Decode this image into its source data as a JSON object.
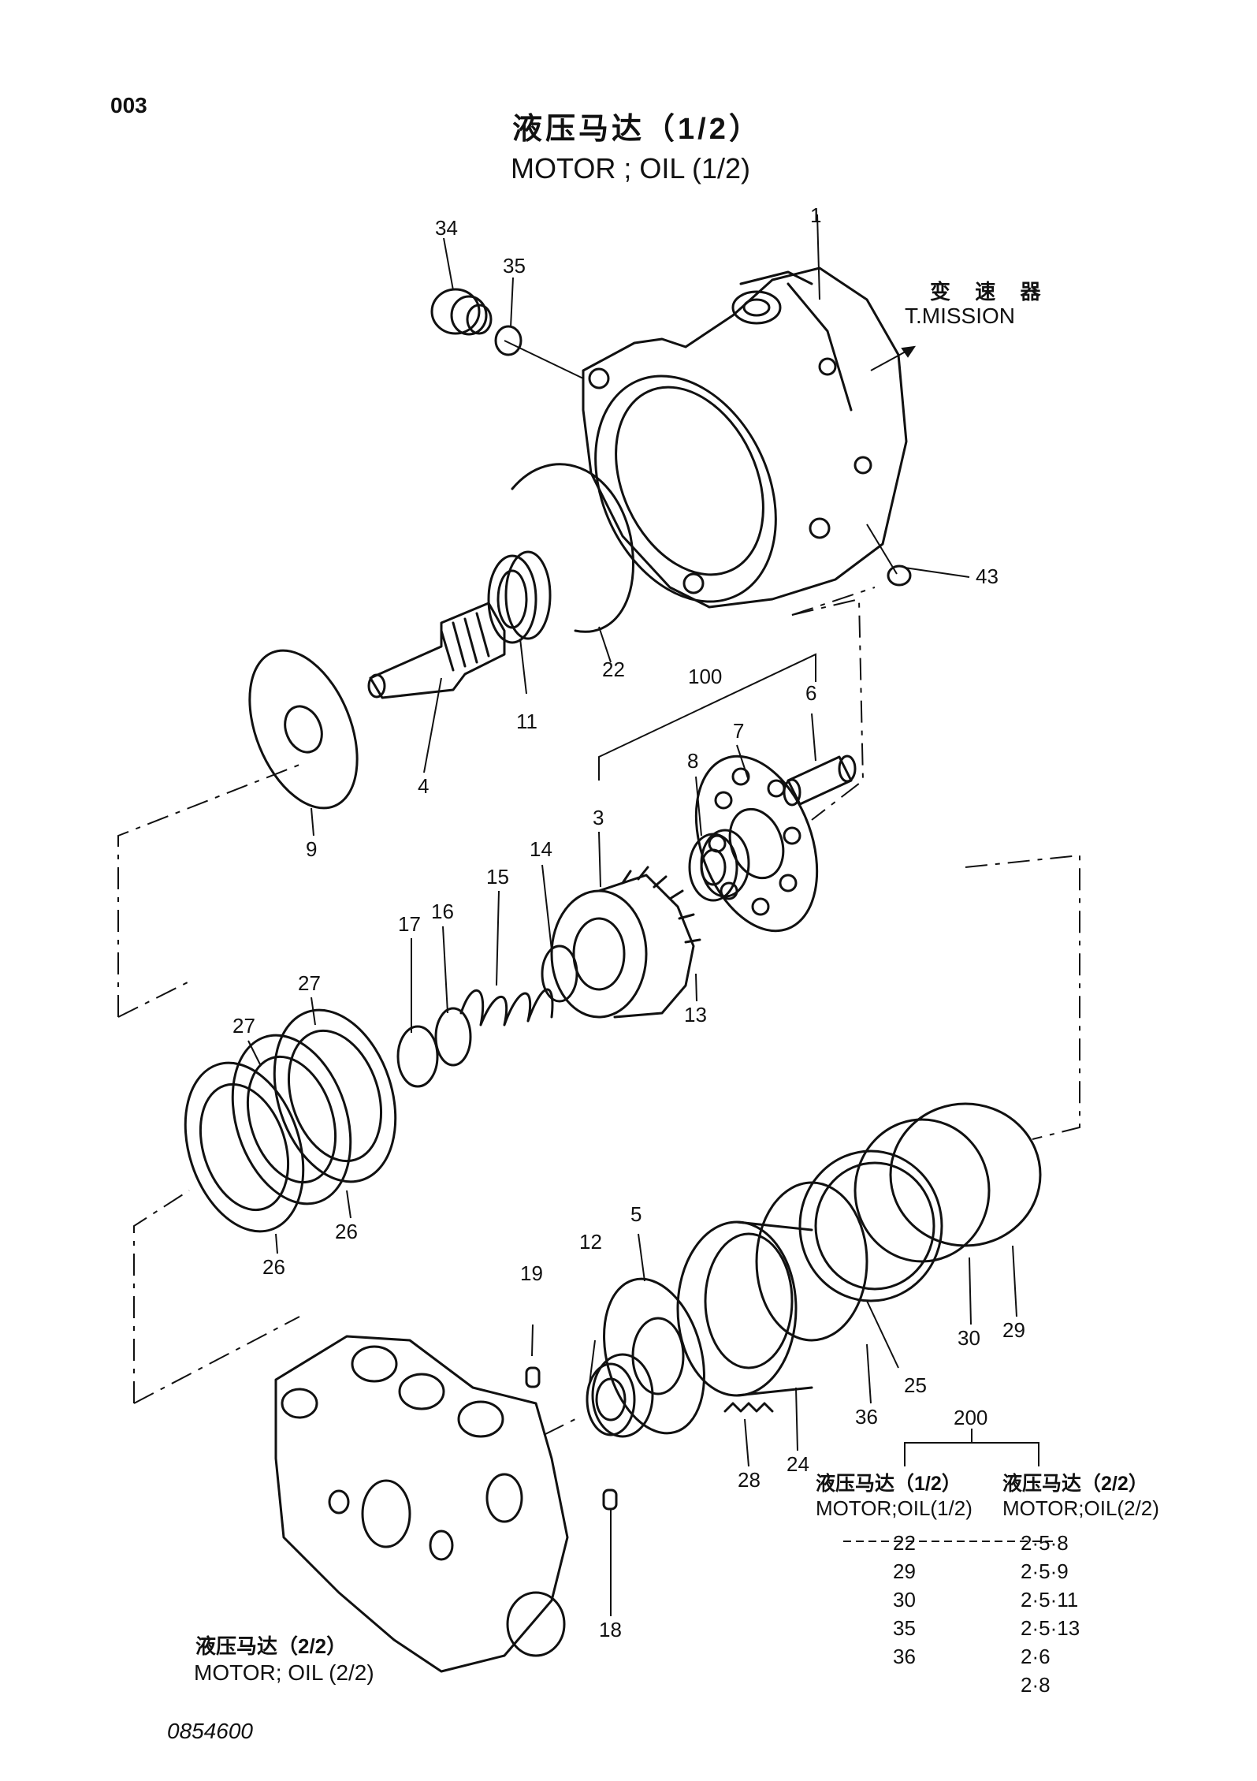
{
  "header": {
    "code": "003",
    "title_cn": "液压马达（1/2）",
    "title_en": "MOTOR ; OIL (1/2)"
  },
  "direction": {
    "label_cn": "变 速 器",
    "label_en": "T.MISSION"
  },
  "callouts": {
    "n1": "1",
    "n3": "3",
    "n4": "4",
    "n5": "5",
    "n6": "6",
    "n7": "7",
    "n8": "8",
    "n9": "9",
    "n11": "11",
    "n12": "12",
    "n13": "13",
    "n14": "14",
    "n15": "15",
    "n16": "16",
    "n17": "17",
    "n18": "18",
    "n19": "19",
    "n22": "22",
    "n24": "24",
    "n25": "25",
    "n26a": "26",
    "n26b": "26",
    "n27a": "27",
    "n27b": "27",
    "n28": "28",
    "n29": "29",
    "n30": "30",
    "n34": "34",
    "n35": "35",
    "n36": "36",
    "n43": "43",
    "n100": "100",
    "n200": "200"
  },
  "kit_table": {
    "group_label": "200",
    "col1_head_cn": "液压马达（1/2）",
    "col1_head_en": "MOTOR;OIL(1/2)",
    "col2_head_cn": "液压马达（2/2）",
    "col2_head_en": "MOTOR;OIL(2/2)",
    "col1": [
      "22",
      "29",
      "30",
      "35",
      "36"
    ],
    "col2": [
      "2·5·8",
      "2·5·9",
      "2·5·11",
      "2·5·13",
      "2·6",
      "2·8"
    ]
  },
  "footer": {
    "label_cn": "液压马达（2/2）",
    "label_en": "MOTOR; OIL (2/2)",
    "doc_number": "0854600"
  }
}
